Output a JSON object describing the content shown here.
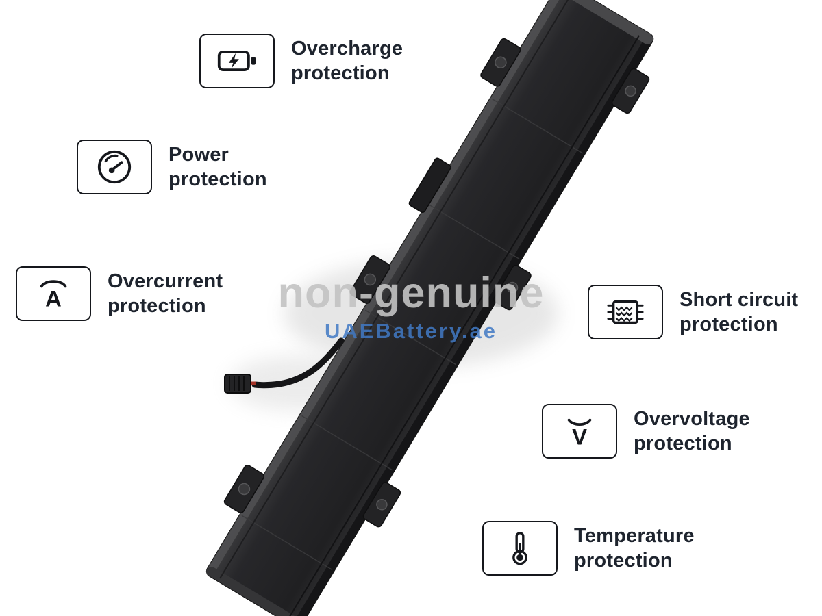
{
  "watermark": {
    "line1": "non-genuine",
    "line2": "UAEBattery.ae"
  },
  "features": [
    {
      "id": "overcharge",
      "icon": "battery-bolt-icon",
      "label_line1": "Overcharge",
      "label_line2": "protection"
    },
    {
      "id": "power",
      "icon": "gauge-icon",
      "label_line1": "Power",
      "label_line2": "protection"
    },
    {
      "id": "overcurrent",
      "icon": "ampere-icon",
      "label_line1": "Overcurrent",
      "label_line2": "protection",
      "icon_text": "A"
    },
    {
      "id": "short-circuit",
      "icon": "chip-icon",
      "label_line1": "Short circuit",
      "label_line2": "protection"
    },
    {
      "id": "overvoltage",
      "icon": "voltage-icon",
      "label_line1": "Overvoltage",
      "label_line2": "protection",
      "icon_text": "V"
    },
    {
      "id": "temperature",
      "icon": "thermometer-icon",
      "label_line1": "Temperature",
      "label_line2": "protection"
    }
  ],
  "colors": {
    "watermark_gray": "#c3c3c3",
    "watermark_blue": "#4179c4",
    "label_text": "#1e242e",
    "outline": "#15171c",
    "battery_body": "#262628"
  }
}
